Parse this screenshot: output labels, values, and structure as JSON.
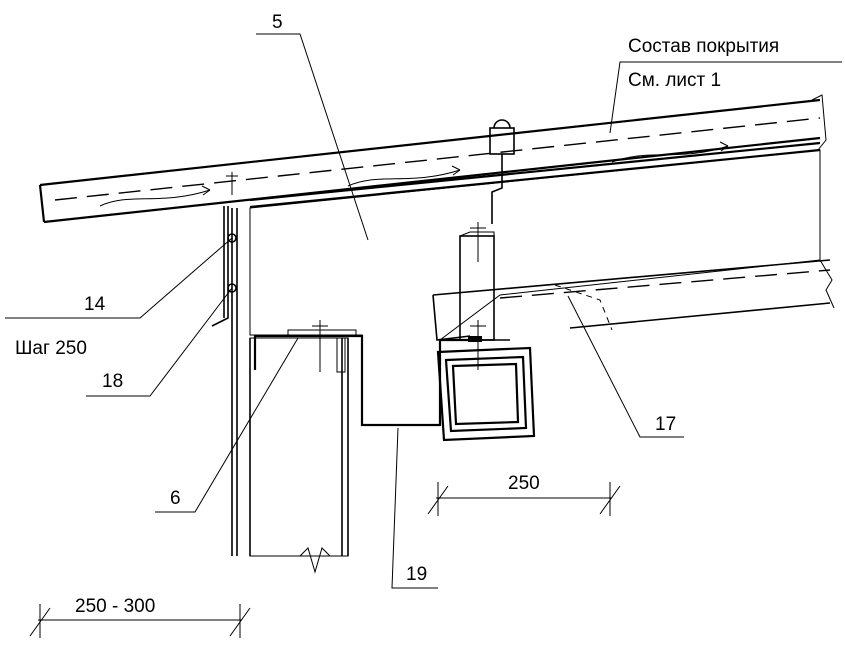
{
  "labels": {
    "roof_composition_title": "Состав покрытия",
    "roof_composition_ref": "См. лист 1",
    "callout_5": "5",
    "callout_14": "14",
    "pitch": "Шаг 250",
    "callout_18": "18",
    "callout_6": "6",
    "callout_17": "17",
    "callout_19": "19",
    "dim_250": "250",
    "dim_250_300": "250 - 300"
  }
}
